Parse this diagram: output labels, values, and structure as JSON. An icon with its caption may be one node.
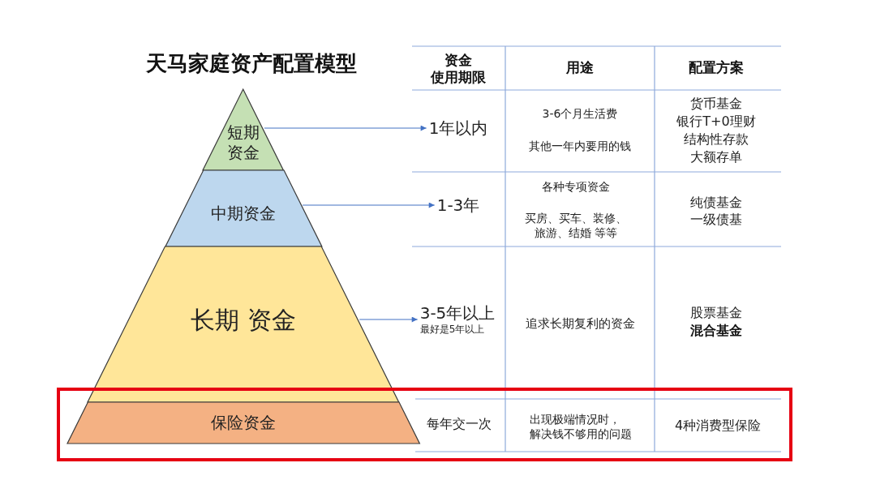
{
  "diagram": {
    "title": "天马家庭资产配置模型",
    "nodes": [
      {
        "text": [
          "短期资金"
        ]
      },
      {
        "text": [
          "中期资金"
        ]
      },
      {
        "text": [
          "长期 资金"
        ]
      },
      {
        "text": [
          "保险资金"
        ]
      },
      {
        "text": [
          "1年以内"
        ]
      },
      {
        "text": [
          "1-3年"
        ]
      },
      {
        "text": [
          "3-5年以上",
          "最好是5年以上"
        ]
      }
    ],
    "edges": [
      {
        "from": 0,
        "to": 4,
        "arrow": "to"
      },
      {
        "from": 1,
        "to": 5,
        "arrow": "to"
      },
      {
        "from": 2,
        "to": 6,
        "arrow": "to"
      }
    ],
    "labels": [
      "资金使用期限",
      "用途",
      "配置方案",
      "3-6个月生活费",
      "其他一年内要用的钱",
      "货币基金",
      "银行T+0理财",
      "结构性存款",
      "大额存单",
      "各种专项资金",
      "买房、买车、装修、旅游、结婚 等等",
      "纯债基金",
      "一级债基",
      "追求长期复利的资金",
      "股票基金",
      "混合基金",
      "每年交一次",
      "出现极端情况时，解决钱不够用的问题",
      "4种消费型保险"
    ]
  }
}
